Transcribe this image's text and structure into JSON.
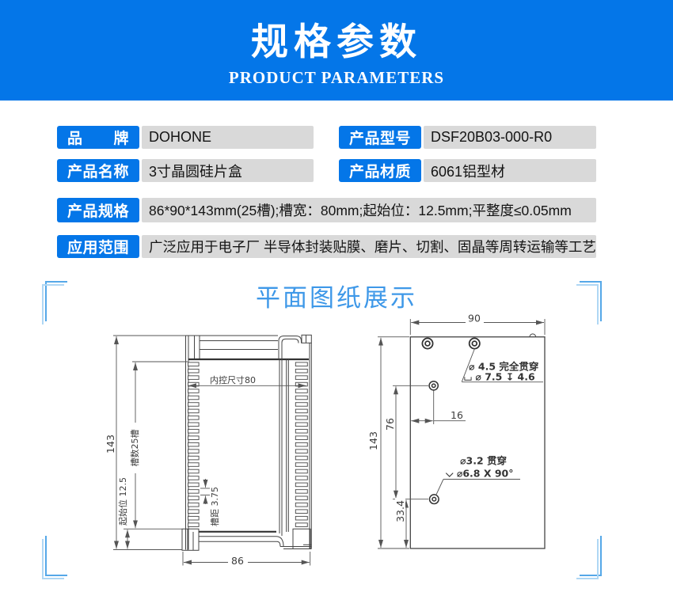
{
  "header": {
    "title": "规格参数",
    "subtitle": "PRODUCT PARAMETERS",
    "bg_color": "#0476E8"
  },
  "spec_table": {
    "label_bg_color": "#0476E8",
    "value_bg_color": "#D9D9D9",
    "rows": [
      {
        "label": "品  牌",
        "value": "DOHONE"
      },
      {
        "label": "产品型号",
        "value": "DSF20B03-000-R0"
      },
      {
        "label": "产品名称",
        "value": "3寸晶圆硅片盒"
      },
      {
        "label": "产品材质",
        "value": "6061铝型材"
      },
      {
        "label": "产品规格",
        "value": "86*90*143mm(25槽);槽宽：80mm;起始位：12.5mm;平整度≤0.05mm"
      },
      {
        "label": "应用范围",
        "value": "广泛应用于电子厂 半导体封装贴膜、磨片、切割、固晶等周转运输等工艺"
      }
    ]
  },
  "section": {
    "title": "平面图纸展示",
    "accent_color": "#3E98E8"
  },
  "drawings": {
    "front_view": {
      "dim_height": "143",
      "dim_slots": "槽数25槽",
      "dim_start": "起始位 12.5",
      "dim_inner": "内控尺寸80",
      "dim_pitch": "槽距 3.75",
      "dim_width": "86"
    },
    "side_view": {
      "dim_width": "90",
      "dim_height": "143",
      "dim_hole_spacing": "76",
      "dim_bottom": "33.4",
      "dim_offset": "16",
      "callout_top_line1": "⌀ 4.5 完全贯穿",
      "callout_top_line2": "⌴ ⌀ 7.5 ↧ 4.6",
      "callout_bottom_line1": "⌀3.2 贯穿",
      "callout_bottom_line2": "⌵ ⌀6.8 X 90°"
    }
  }
}
